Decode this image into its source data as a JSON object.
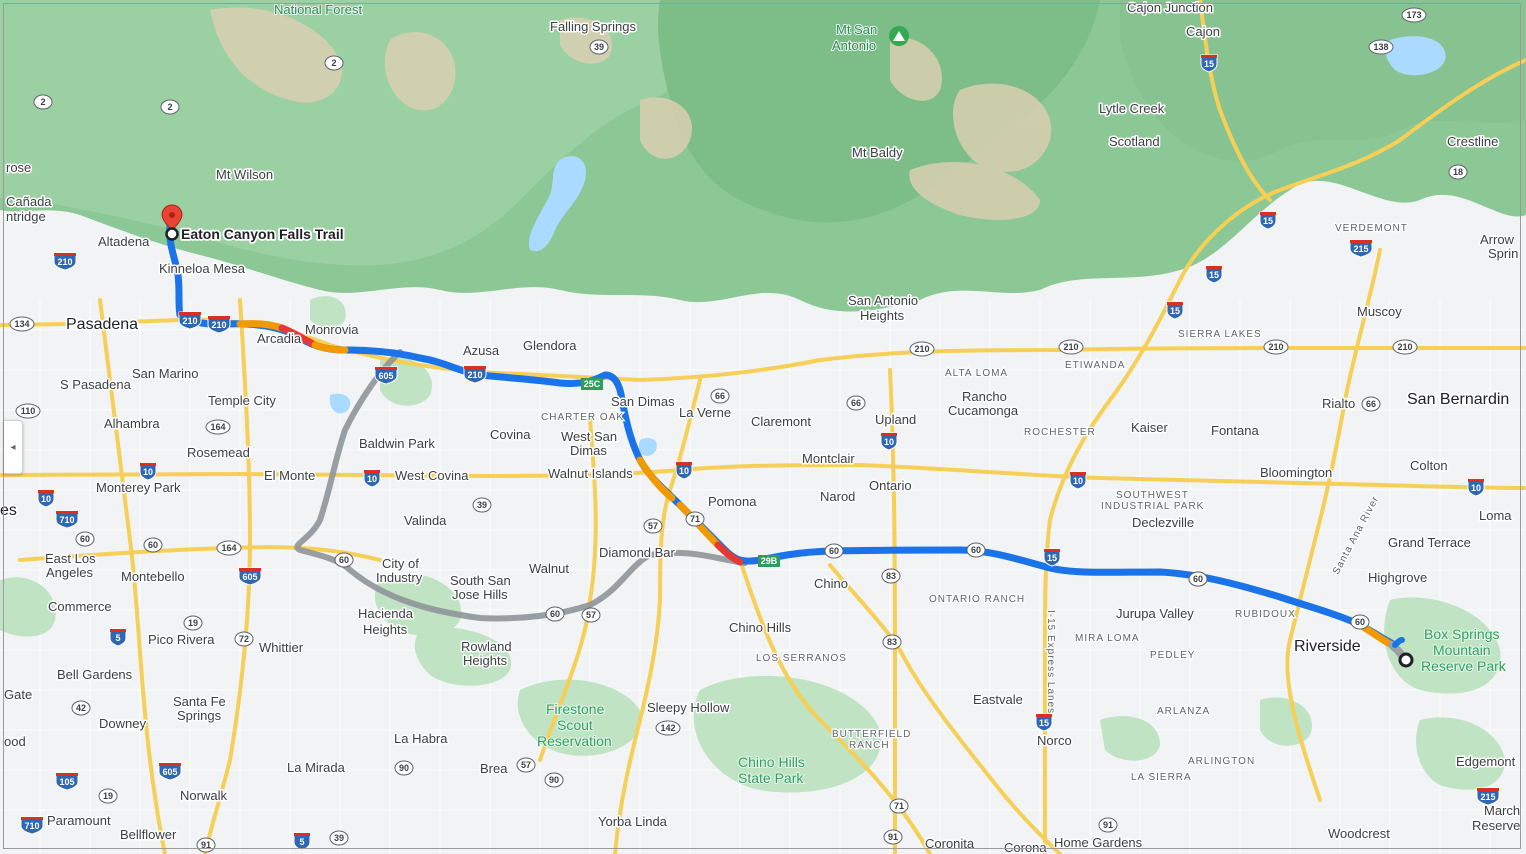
{
  "destination": {
    "name": "Eaton Canyon Falls Trail"
  },
  "colors": {
    "route_primary": "#1a73e8",
    "route_alt": "#9aa0a6",
    "traffic_slow": "#f29900",
    "traffic_heavy": "#e53935",
    "freeway": "#f9d86a",
    "park": "#a6d8a9",
    "mountain": "#7fc08a"
  },
  "place_labels": {
    "pasadena": "Pasadena",
    "riverside": "Riverside",
    "san_bernardino": "San Bernardin",
    "altadena": "Altadena",
    "kinneloa_mesa": "Kinneloa Mesa",
    "canada_flintridge_1": "Cañada",
    "canada_flintridge_2": "ntridge",
    "rose": "rose",
    "mt_wilson": "Mt Wilson",
    "mt_baldy": "Mt Baldy",
    "mt_san_antonio_1": "Mt San",
    "mt_san_antonio_2": "Antonio",
    "falling_springs": "Falling Springs",
    "national_forest": "National Forest",
    "cajon_junction": "Cajon Junction",
    "cajon": "Cajon",
    "lytle_creek": "Lytle Creek",
    "scotland": "Scotland",
    "crestline": "Crestline",
    "arrowhead_springs_1": "Arrow",
    "arrowhead_springs_2": "Sprin",
    "muscoy": "Muscoy",
    "san_antonio_heights_1": "San Antonio",
    "san_antonio_heights_2": "Heights",
    "monrovia": "Monrovia",
    "arcadia": "Arcadia",
    "azusa": "Azusa",
    "glendora": "Glendora",
    "san_marino": "San Marino",
    "s_pasadena": "S Pasadena",
    "temple_city": "Temple City",
    "alhambra": "Alhambra",
    "rosemead": "Rosemead",
    "el_monte": "El Monte",
    "monterey_park": "Monterey Park",
    "baldwin_park": "Baldwin Park",
    "covina": "Covina",
    "west_covina": "West Covina",
    "san_dimas": "San Dimas",
    "la_verne": "La Verne",
    "west_san_dimas_1": "West San",
    "west_san_dimas_2": "Dimas",
    "walnut_islands": "Walnut Islands",
    "claremont": "Claremont",
    "upland": "Upland",
    "rancho_cucamonga_1": "Rancho",
    "rancho_cucamonga_2": "Cucamonga",
    "montclair": "Montclair",
    "ontario": "Ontario",
    "pomona": "Pomona",
    "narod": "Narod",
    "rialto": "Rialto",
    "fontana": "Fontana",
    "kaiser": "Kaiser",
    "bloomington": "Bloomington",
    "colton": "Colton",
    "loma": "Loma",
    "grand_terrace": "Grand Terrace",
    "highgrove": "Highgrove",
    "declezville": "Declezville",
    "valinda": "Valinda",
    "city_of_industry_1": "City of",
    "city_of_industry_2": "Industry",
    "walnut": "Walnut",
    "diamond_bar": "Diamond Bar",
    "south_san_jose_hills_1": "South San",
    "south_san_jose_hills_2": "Jose Hills",
    "hacienda_heights_1": "Hacienda",
    "hacienda_heights_2": "Heights",
    "rowland_heights_1": "Rowland",
    "rowland_heights_2": "Heights",
    "chino": "Chino",
    "chino_hills": "Chino Hills",
    "east_los_angeles_1": "East Los",
    "east_los_angeles_2": "Angeles",
    "montebello": "Montebello",
    "commerce": "Commerce",
    "pico_rivera": "Pico Rivera",
    "whittier": "Whittier",
    "bell_gardens": "Bell Gardens",
    "santa_fe_springs_1": "Santa Fe",
    "santa_fe_springs_2": "Springs",
    "downey": "Downey",
    "gate": "Gate",
    "ood": "ood",
    "la_habra": "La Habra",
    "la_mirada": "La Mirada",
    "brea": "Brea",
    "norwalk": "Norwalk",
    "paramount": "Paramount",
    "bellflower": "Bellflower",
    "sleepy_hollow": "Sleepy Hollow",
    "yorba_linda": "Yorba Linda",
    "jurupa_valley": "Jurupa Valley",
    "eastvale": "Eastvale",
    "norco": "Norco",
    "coronita": "Coronita",
    "corona": "Corona",
    "home_gardens": "Home Gardens",
    "woodcrest": "Woodcrest",
    "edgemont": "Edgemont",
    "march_reserve_1": "March",
    "march_reserve_2": "Reserve",
    "es": "es"
  },
  "neighborhood_labels": {
    "verdemont": "VERDEMONT",
    "sierra_lakes": "SIERRA LAKES",
    "alta_loma": "ALTA LOMA",
    "etiwanda": "ETIWANDA",
    "rochester": "ROCHESTER",
    "charter_oak": "CHARTER OAK",
    "southwest_industrial_park_1": "SOUTHWEST",
    "southwest_industrial_park_2": "INDUSTRIAL PARK",
    "ontario_ranch": "ONTARIO RANCH",
    "rubidoux": "RUBIDOUX",
    "mira_loma": "MIRA LOMA",
    "pedley": "PEDLEY",
    "los_serranos": "LOS SERRANOS",
    "arlanza": "ARLANZA",
    "butterfield_ranch_1": "BUTTERFIELD",
    "butterfield_ranch_2": "RANCH",
    "la_sierra": "LA SIERRA",
    "arlington": "ARLINGTON",
    "i15_express_lanes": "I-15 Express Lanes",
    "santa_ana_river": "Santa Ana River"
  },
  "park_labels": {
    "firestone_1": "Firestone",
    "firestone_2": "Scout",
    "firestone_3": "Reservation",
    "chino_hills_sp_1": "Chino Hills",
    "chino_hills_sp_2": "State Park",
    "box_springs_1": "Box Springs",
    "box_springs_2": "Mountain",
    "box_springs_3": "Reserve Park"
  },
  "shields": [
    {
      "n": "2",
      "kind": "state"
    },
    {
      "n": "2",
      "kind": "state"
    },
    {
      "n": "2",
      "kind": "state"
    },
    {
      "n": "39",
      "kind": "state"
    },
    {
      "n": "173",
      "kind": "state"
    },
    {
      "n": "138",
      "kind": "state"
    },
    {
      "n": "18",
      "kind": "state"
    },
    {
      "n": "15",
      "kind": "interstate"
    },
    {
      "n": "15",
      "kind": "interstate"
    },
    {
      "n": "15",
      "kind": "interstate"
    },
    {
      "n": "15",
      "kind": "interstate"
    },
    {
      "n": "215",
      "kind": "interstate"
    },
    {
      "n": "210",
      "kind": "interstate"
    },
    {
      "n": "210",
      "kind": "interstate"
    },
    {
      "n": "134",
      "kind": "state"
    },
    {
      "n": "210",
      "kind": "interstate"
    },
    {
      "n": "605",
      "kind": "interstate"
    },
    {
      "n": "210",
      "kind": "interstate"
    },
    {
      "n": "210",
      "kind": "state"
    },
    {
      "n": "210",
      "kind": "state"
    },
    {
      "n": "210",
      "kind": "state"
    },
    {
      "n": "210",
      "kind": "state"
    },
    {
      "n": "66",
      "kind": "state"
    },
    {
      "n": "66",
      "kind": "state"
    },
    {
      "n": "66",
      "kind": "state"
    },
    {
      "n": "10",
      "kind": "interstate"
    },
    {
      "n": "10",
      "kind": "interstate"
    },
    {
      "n": "10",
      "kind": "interstate"
    },
    {
      "n": "10",
      "kind": "interstate"
    },
    {
      "n": "10",
      "kind": "interstate"
    },
    {
      "n": "10",
      "kind": "interstate"
    },
    {
      "n": "110",
      "kind": "state"
    },
    {
      "n": "164",
      "kind": "state"
    },
    {
      "n": "164",
      "kind": "state"
    },
    {
      "n": "39",
      "kind": "state"
    },
    {
      "n": "71",
      "kind": "state"
    },
    {
      "n": "57",
      "kind": "state"
    },
    {
      "n": "60",
      "kind": "state"
    },
    {
      "n": "60",
      "kind": "state"
    },
    {
      "n": "60",
      "kind": "state"
    },
    {
      "n": "60",
      "kind": "state"
    },
    {
      "n": "60",
      "kind": "state"
    },
    {
      "n": "60",
      "kind": "state"
    },
    {
      "n": "60",
      "kind": "state"
    },
    {
      "n": "57",
      "kind": "state"
    },
    {
      "n": "83",
      "kind": "state"
    },
    {
      "n": "83",
      "kind": "state"
    },
    {
      "n": "710",
      "kind": "interstate"
    },
    {
      "n": "60",
      "kind": "state"
    },
    {
      "n": "605",
      "kind": "interstate"
    },
    {
      "n": "5",
      "kind": "interstate"
    },
    {
      "n": "19",
      "kind": "state"
    },
    {
      "n": "72",
      "kind": "state"
    },
    {
      "n": "42",
      "kind": "state"
    },
    {
      "n": "142",
      "kind": "state"
    },
    {
      "n": "90",
      "kind": "state"
    },
    {
      "n": "57",
      "kind": "state"
    },
    {
      "n": "90",
      "kind": "state"
    },
    {
      "n": "605",
      "kind": "interstate"
    },
    {
      "n": "105",
      "kind": "interstate"
    },
    {
      "n": "19",
      "kind": "state"
    },
    {
      "n": "710",
      "kind": "interstate"
    },
    {
      "n": "91",
      "kind": "state"
    },
    {
      "n": "5",
      "kind": "interstate"
    },
    {
      "n": "39",
      "kind": "state"
    },
    {
      "n": "71",
      "kind": "state"
    },
    {
      "n": "91",
      "kind": "state"
    },
    {
      "n": "91",
      "kind": "state"
    },
    {
      "n": "15",
      "kind": "interstate"
    },
    {
      "n": "15",
      "kind": "interstate"
    },
    {
      "n": "215",
      "kind": "interstate"
    },
    {
      "n": "10",
      "kind": "interstate"
    },
    {
      "n": "60",
      "kind": "state"
    }
  ],
  "exit_labels": {
    "exit_25c": "25C",
    "exit_29b": "29B"
  },
  "side_tab": {
    "glyph": "◂"
  }
}
